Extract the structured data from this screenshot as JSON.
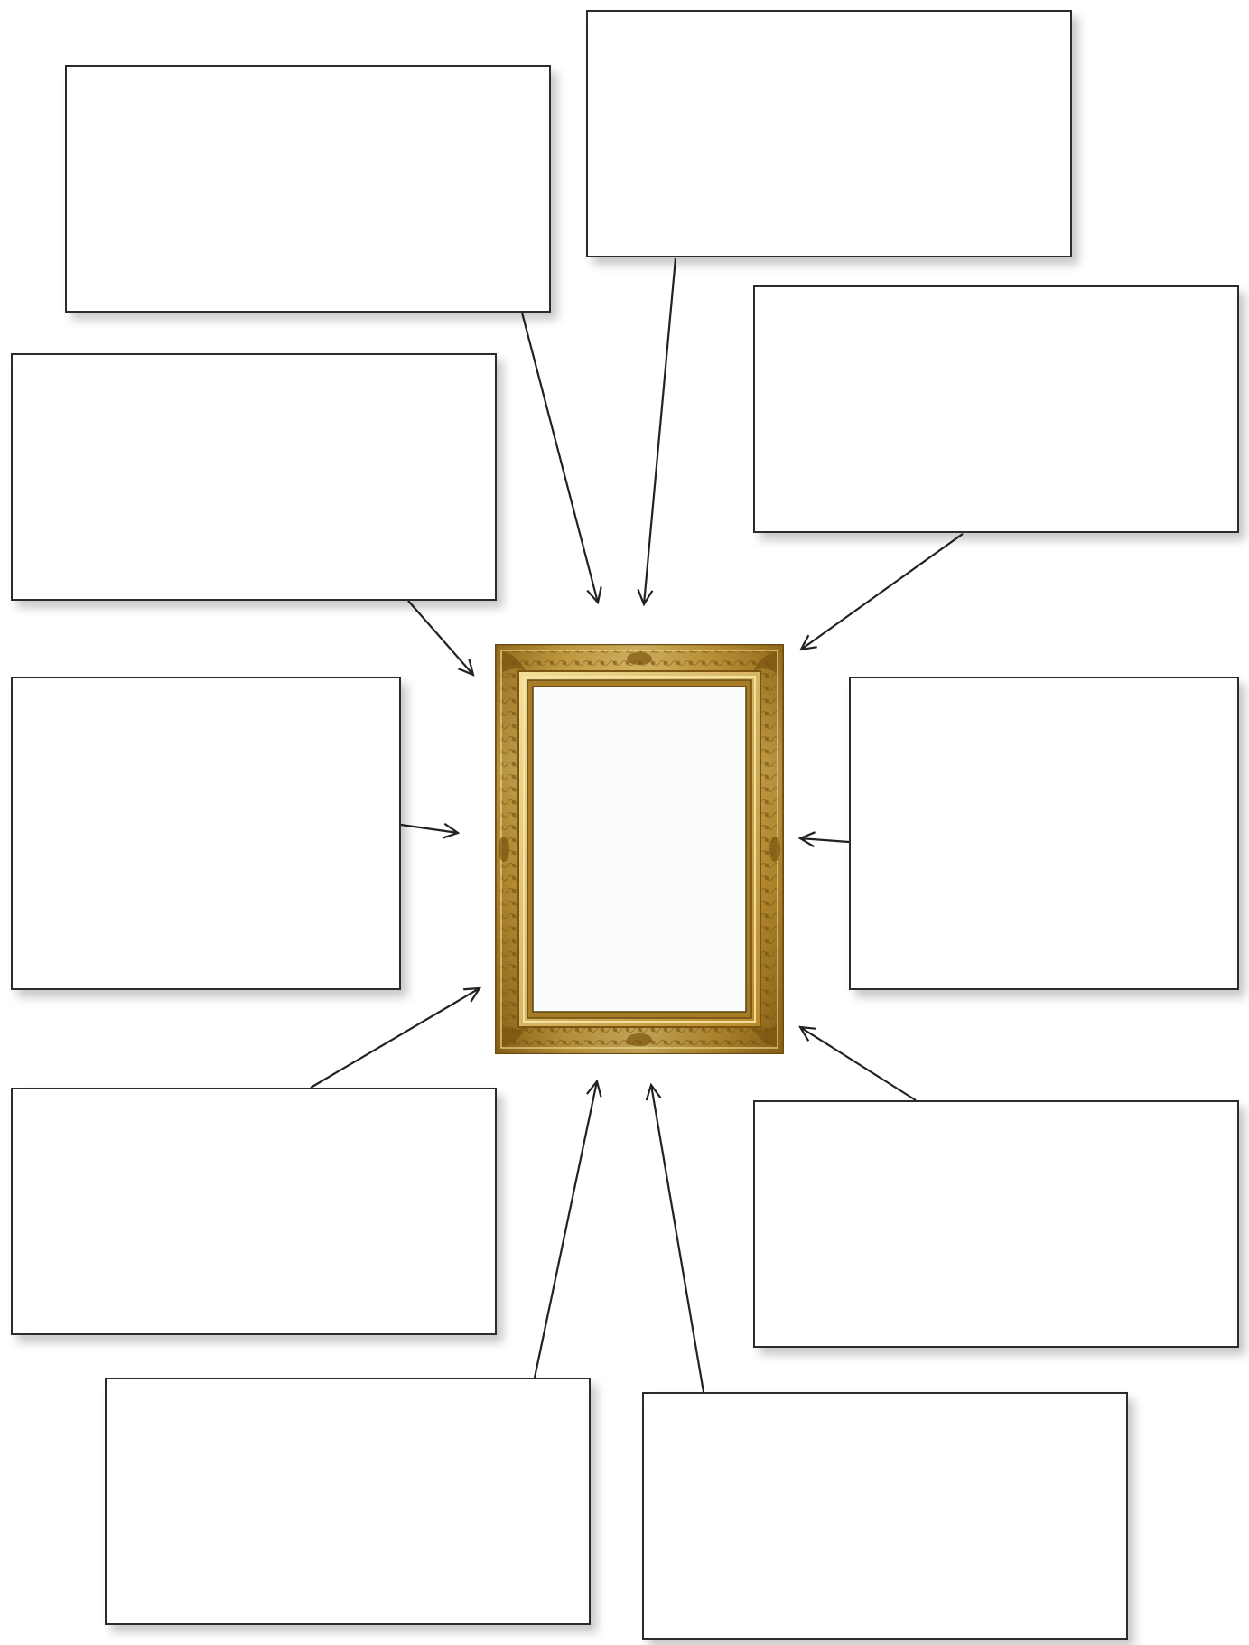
{
  "diagram": {
    "type": "concept-web",
    "center": {
      "icon": "ornate-gold-picture-frame-icon",
      "frame_color": "#c9a040",
      "frame_dark": "#8a6418",
      "frame_light": "#ecd07a",
      "inner_fill": "#fbfcfe"
    },
    "boxes": [
      {
        "id": 1,
        "text": ""
      },
      {
        "id": 2,
        "text": ""
      },
      {
        "id": 3,
        "text": ""
      },
      {
        "id": 4,
        "text": ""
      },
      {
        "id": 5,
        "text": ""
      },
      {
        "id": 6,
        "text": ""
      },
      {
        "id": 7,
        "text": ""
      },
      {
        "id": 8,
        "text": ""
      },
      {
        "id": 9,
        "text": ""
      },
      {
        "id": 10,
        "text": ""
      }
    ],
    "line_color": "#222222"
  }
}
